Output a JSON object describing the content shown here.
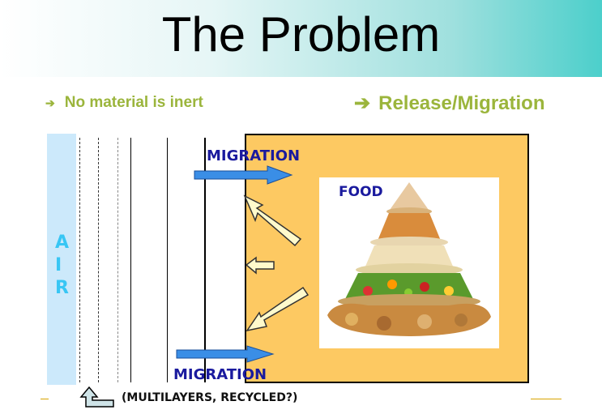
{
  "slide": {
    "title": "The Problem",
    "bullets": [
      {
        "icon": "arrow-right-icon",
        "arrow": "➔",
        "text": "No material is inert"
      },
      {
        "icon": "arrow-right-icon",
        "arrow": "➔",
        "text": "Release/Migration"
      }
    ],
    "diagram": {
      "air_letters": [
        "A",
        "I",
        "R"
      ],
      "migration_top": "MIGRATION",
      "migration_bottom": "MIGRATION",
      "food_label": "FOOD",
      "caption": "(MULTILAYERS, RECYCLED?)"
    }
  },
  "colors": {
    "accent_green": "#9bb53c",
    "food_box": "#fdc962",
    "air": "#cce9fb",
    "migration_arrow": "#3a8ee6"
  }
}
